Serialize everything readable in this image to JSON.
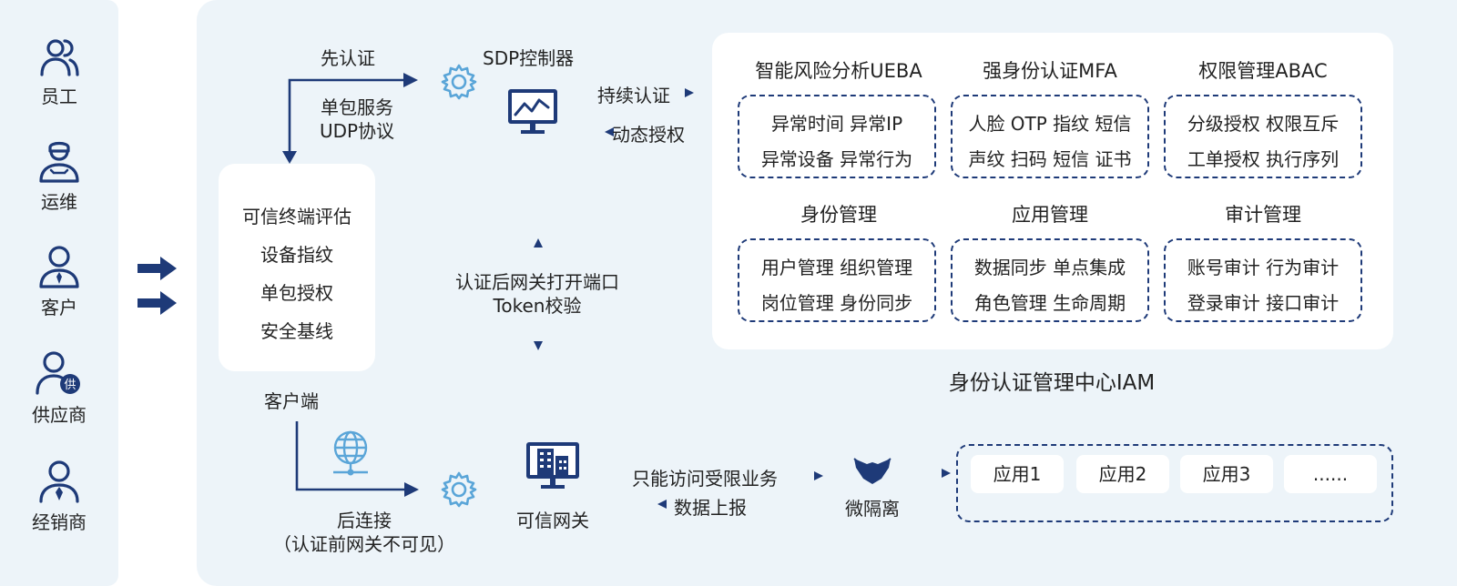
{
  "roles": [
    {
      "label": "员工",
      "icon": "users-icon"
    },
    {
      "label": "运维",
      "icon": "ops-engineer-icon"
    },
    {
      "label": "客户",
      "icon": "customer-icon"
    },
    {
      "label": "供应商",
      "icon": "supplier-icon"
    },
    {
      "label": "经销商",
      "icon": "dealer-icon"
    }
  ],
  "client": {
    "items": [
      "可信终端评估",
      "设备指纹",
      "单包授权",
      "安全基线"
    ],
    "label": "客户端"
  },
  "flow": {
    "first_auth": "先认证",
    "spa_line1": "单包服务",
    "spa_line2": "UDP协议",
    "controller": "SDP控制器",
    "continuous_auth": "持续认证",
    "dynamic_authz": "动态授权",
    "gateway_open_line1": "认证后网关打开端口",
    "gateway_open_line2": "Token校验",
    "connect_line1": "后连接",
    "connect_line2": "（认证前网关不可见）",
    "gateway": "可信网关",
    "limited_access": "只能访问受限业务",
    "data_report": "数据上报",
    "micro_isolation": "微隔离"
  },
  "iam": {
    "title": "身份认证管理中心IAM",
    "modules": [
      {
        "title": "智能风险分析UEBA",
        "rows": [
          "异常时间  异常IP",
          "异常设备  异常行为"
        ]
      },
      {
        "title": "强身份认证MFA",
        "rows": [
          "人脸 OTP 指纹 短信",
          "声纹 扫码 短信 证书"
        ]
      },
      {
        "title": "权限管理ABAC",
        "rows": [
          "分级授权  权限互斥",
          "工单授权  执行序列"
        ]
      },
      {
        "title": "身份管理",
        "rows": [
          "用户管理  组织管理",
          "岗位管理  身份同步"
        ]
      },
      {
        "title": "应用管理",
        "rows": [
          "数据同步  单点集成",
          "角色管理  生命周期"
        ]
      },
      {
        "title": "审计管理",
        "rows": [
          "账号审计  行为审计",
          "登录审计  接口审计"
        ]
      }
    ]
  },
  "apps": [
    "应用1",
    "应用2",
    "应用3",
    "......"
  ],
  "colors": {
    "navy": "#1e3a78",
    "light_blue": "#5aa5d8",
    "panel_bg": "#edf4f9"
  }
}
